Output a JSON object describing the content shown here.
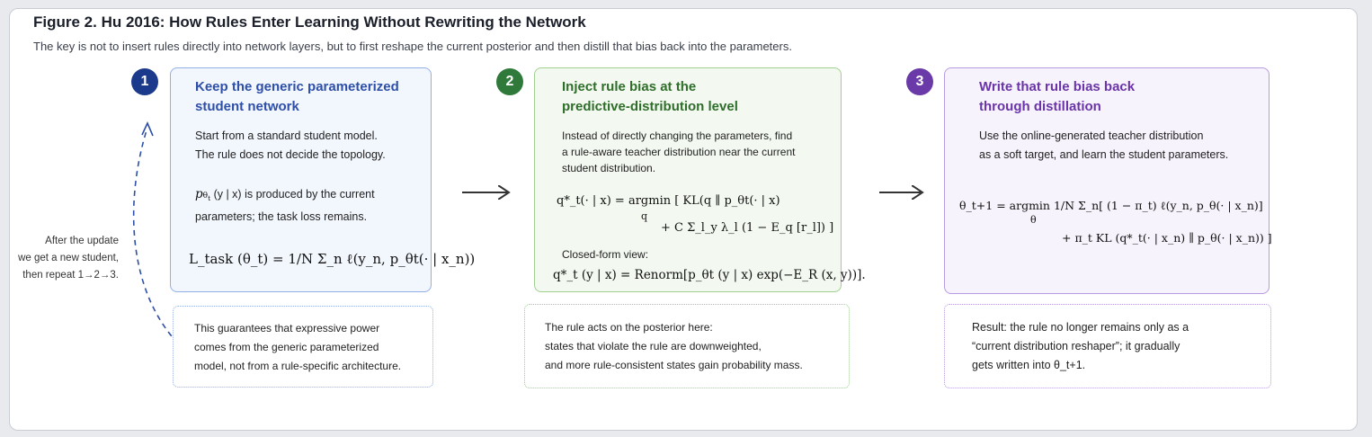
{
  "figure": {
    "title": "Figure 2.  Hu 2016: How Rules Enter Learning Without Rewriting the Network",
    "subtitle": "The key is not to insert rules directly into network layers, but to first reshape the current posterior and then distill that bias back into the parameters."
  },
  "side_note": {
    "line1": "After the update",
    "line2": "we get a new student,",
    "line3": "then repeat 1→2→3."
  },
  "step1": {
    "number": "1",
    "title_line1": "Keep the generic parameterized",
    "title_line2": "student network",
    "text_line1": "Start from a standard student model.",
    "text_line2": "The rule does not decide the topology.",
    "formula_a": "p",
    "formula_a_rest": "(y | x)  is produced by the current",
    "text_line3": "parameters; the task loss remains.",
    "loss_formula": "L_task (θ_t) = 1/N Σ_n ℓ(y_n, p_θt(· | x_n))",
    "note_line1": "This guarantees that expressive power",
    "note_line2": "comes from the generic parameterized",
    "note_line3": "model, not from a rule-specific architecture."
  },
  "step2": {
    "number": "2",
    "title_line1": "Inject rule bias at the",
    "title_line2": "predictive-distribution level",
    "text_line1": "Instead of directly changing the parameters, find",
    "text_line2": "a rule-aware teacher distribution near the current",
    "text_line3": "student distribution.",
    "formula_line1": "q*_t(· | x) = argmin  [ KL(q ∥ p_θt(· | x)",
    "formula_sub": "q",
    "formula_line2": "+ C Σ_l_y λ_l (1 − E_q [r_l]) ]",
    "closed_form_label": "Closed-form view:",
    "closed_form": "q*_t (y | x) = Renorm[p_θt (y | x) exp(−E_R (x, y))].",
    "note_line1": "The rule acts on the posterior here:",
    "note_line2": "states that violate the rule are downweighted,",
    "note_line3": "and more rule-consistent states gain probability mass."
  },
  "step3": {
    "number": "3",
    "title_line1": "Write that rule bias back",
    "title_line2": "through distillation",
    "text_line1": "Use the online-generated teacher distribution",
    "text_line2": "as a soft target, and learn the student parameters.",
    "formula_line1": "θ_t+1 = argmin  1/N Σ_n[ (1 − π_t) ℓ(y_n, p_θ(· | x_n)]",
    "formula_sub": "θ",
    "formula_line2": "+ π_t  KL (q*_t(· | x_n) ∥ p_θ(· | x_n)) ]",
    "note_line1": "Result: the rule no longer remains only as a",
    "note_line2": "“current distribution reshaper”; it gradually",
    "note_line3": "gets written into θ_t+1."
  }
}
